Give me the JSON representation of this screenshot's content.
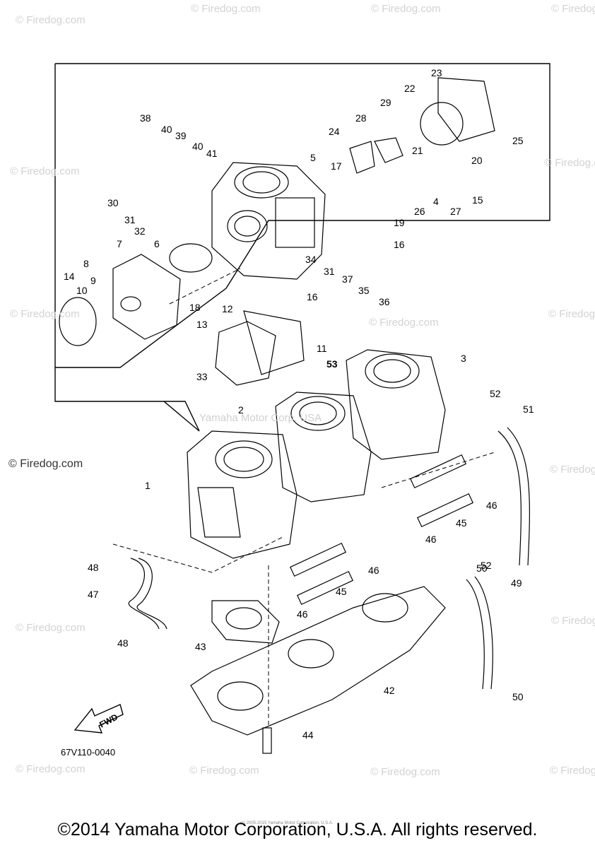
{
  "watermark": "© Firedog.com",
  "center_watermark": "Yamaha Motor Corp. USA",
  "footer": "©2014 Yamaha Motor Corporation, U.S.A. All rights reserved.",
  "tiny_notice": "(c) 2005-2015 Yamaha Motor Corporation, U.S.A.",
  "diagram_code": "67V110-0040",
  "fwd_label": "FWD",
  "labels": [
    "1",
    "2",
    "3",
    "4",
    "5",
    "6",
    "7",
    "8",
    "9",
    "10",
    "11",
    "12",
    "13",
    "14",
    "15",
    "16",
    "16",
    "16",
    "17",
    "18",
    "19",
    "20",
    "21",
    "22",
    "23",
    "24",
    "25",
    "26",
    "27",
    "28",
    "29",
    "30",
    "31",
    "31",
    "32",
    "33",
    "34",
    "35",
    "36",
    "37",
    "38",
    "39",
    "40",
    "40",
    "41",
    "42",
    "43",
    "44",
    "45",
    "45",
    "46",
    "46",
    "46",
    "46",
    "47",
    "48",
    "48",
    "49",
    "50",
    "50",
    "50",
    "51",
    "52",
    "52",
    "53"
  ]
}
